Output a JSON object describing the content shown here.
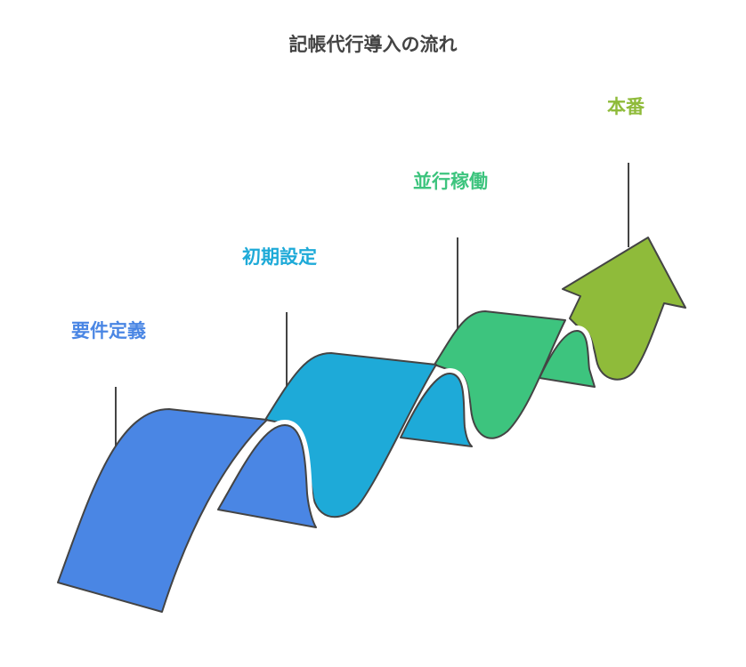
{
  "title": "記帳代行導入の流れ",
  "steps": [
    {
      "label": "要件定義",
      "color": "#4A86E4"
    },
    {
      "label": "初期設定",
      "color": "#1EAAD8"
    },
    {
      "label": "並行稼働",
      "color": "#3DC47E"
    },
    {
      "label": "本番",
      "color": "#8FBB3A"
    }
  ]
}
